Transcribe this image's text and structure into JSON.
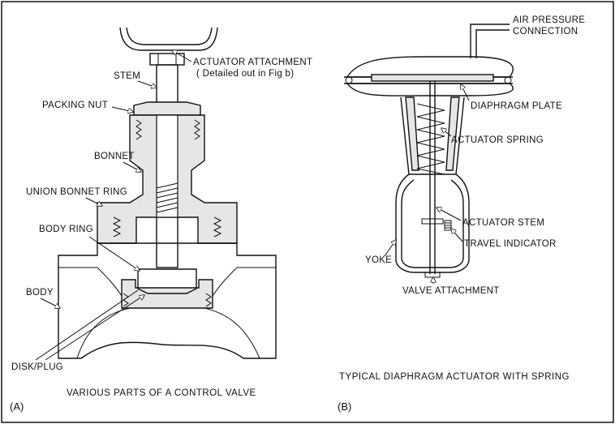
{
  "figure_a": {
    "panel_label": "(A)",
    "caption": "VARIOUS PARTS OF A CONTROL VALVE",
    "labels": {
      "actuator_attachment": "ACTUATOR ATTACHMENT",
      "actuator_attachment_note": "( Detailed out in Fig b)",
      "stem": "STEM",
      "packing_nut": "PACKING NUT",
      "bonnet": "BONNET",
      "union_bonnet_ring": "UNION BONNET RING",
      "body_ring": "BODY RING",
      "body": "BODY",
      "disk_plug": "DISK/PLUG"
    }
  },
  "figure_b": {
    "panel_label": "(B)",
    "caption": "TYPICAL DIAPHRAGM ACTUATOR WITH SPRING",
    "labels": {
      "air_pressure": "AIR PRESSURE",
      "connection": "CONNECTION",
      "diaphragm_plate": "DIAPHRAGM PLATE",
      "actuator_spring": "ACTUATOR SPRING",
      "actuator_stem": "ACTUATOR STEM",
      "travel_indicator": "TRAVEL INDICATOR",
      "yoke": "YOKE",
      "valve_attachment": "VALVE ATTACHMENT"
    }
  }
}
